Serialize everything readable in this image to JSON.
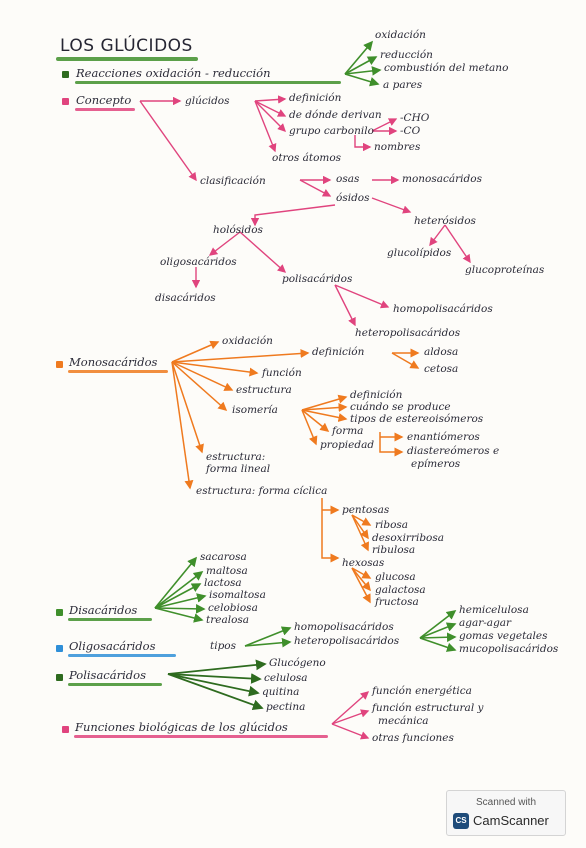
{
  "title": "LOS GLÚCIDOS",
  "colors": {
    "ink": "#2b2b38",
    "green": "#3f8f2b",
    "pink": "#e0447e",
    "orange": "#ef7a1f",
    "blue": "#2f8fd8",
    "darkgreen": "#2e6b1f"
  },
  "sections": {
    "redox": {
      "heading": "Reacciones oxidación - reducción",
      "items": [
        "oxidación",
        "reducción",
        "combustión del metano",
        "a pares"
      ]
    },
    "concepto": {
      "heading": "Concepto",
      "glucidos": "glúcidos",
      "glucidos_items": [
        "definición",
        "de dónde derivan",
        "grupo carbonilo",
        "otros átomos"
      ],
      "carbonilo_items": [
        "-CHO",
        "-CO"
      ],
      "nombres": "nombres",
      "clasificacion": "clasificación",
      "osas": "osas",
      "monosacaridos": "monosacáridos",
      "osidos": "ósidos",
      "holosidos": "holósidos",
      "heterosidos": "heterósidos",
      "glucolipidos": "glucolípidos",
      "glucoproteinas": "glucoproteínas",
      "oligosacaridos": "oligosacáridos",
      "polisacaridos": "polisacáridos",
      "disacaridos": "disacáridos",
      "homopolisacaridos": "homopolisacáridos",
      "heteropolisacaridos": "heteropolisacáridos"
    },
    "monosacaridos": {
      "heading": "Monosacáridos",
      "oxidacion": "oxidación",
      "definicion": "definición",
      "aldosa": "aldosa",
      "cetosa": "cetosa",
      "funcion": "función",
      "estructura": "estructura",
      "isomeria": "isomería",
      "isomeria_items": [
        "definición",
        "cuándo se produce",
        "tipos de estereoisómeros",
        "forma",
        "propiedad"
      ],
      "forma_items": [
        "enantiómeros",
        "diastereómeros e",
        "epímeros"
      ],
      "estructura_lineal_1": "estructura:",
      "estructura_lineal_2": "forma lineal",
      "estructura_ciclica": "estructura: forma cíclica",
      "pentosas": "pentosas",
      "pentosas_items": [
        "ribosa",
        "desoxirribosa",
        "ribulosa"
      ],
      "hexosas": "hexosas",
      "hexosas_items": [
        "glucosa",
        "galactosa",
        "fructosa"
      ]
    },
    "disacaridos": {
      "heading": "Disacáridos",
      "items": [
        "sacarosa",
        "maltosa",
        "lactosa",
        "isomaltosa",
        "celobiosa",
        "trealosa"
      ]
    },
    "oligosacaridos": {
      "heading": "Oligosacáridos",
      "tipos": "tipos",
      "tipos_items": [
        "homopolisacáridos",
        "heteropolisacáridos"
      ],
      "hetero_items": [
        "hemicelulosa",
        "agar-agar",
        "gomas vegetales",
        "mucopolisacáridos"
      ]
    },
    "polisacaridos": {
      "heading": "Polisacáridos",
      "items": [
        "Glucógeno",
        "celulosa",
        "quitina",
        "pectina"
      ]
    },
    "funciones": {
      "heading": "Funciones biológicas de los glúcidos",
      "items": [
        "función energética",
        "función estructural y",
        "mecánica",
        "otras funciones"
      ]
    }
  },
  "watermark": {
    "top": "Scanned with",
    "logo": "CS",
    "name": "CamScanner"
  }
}
